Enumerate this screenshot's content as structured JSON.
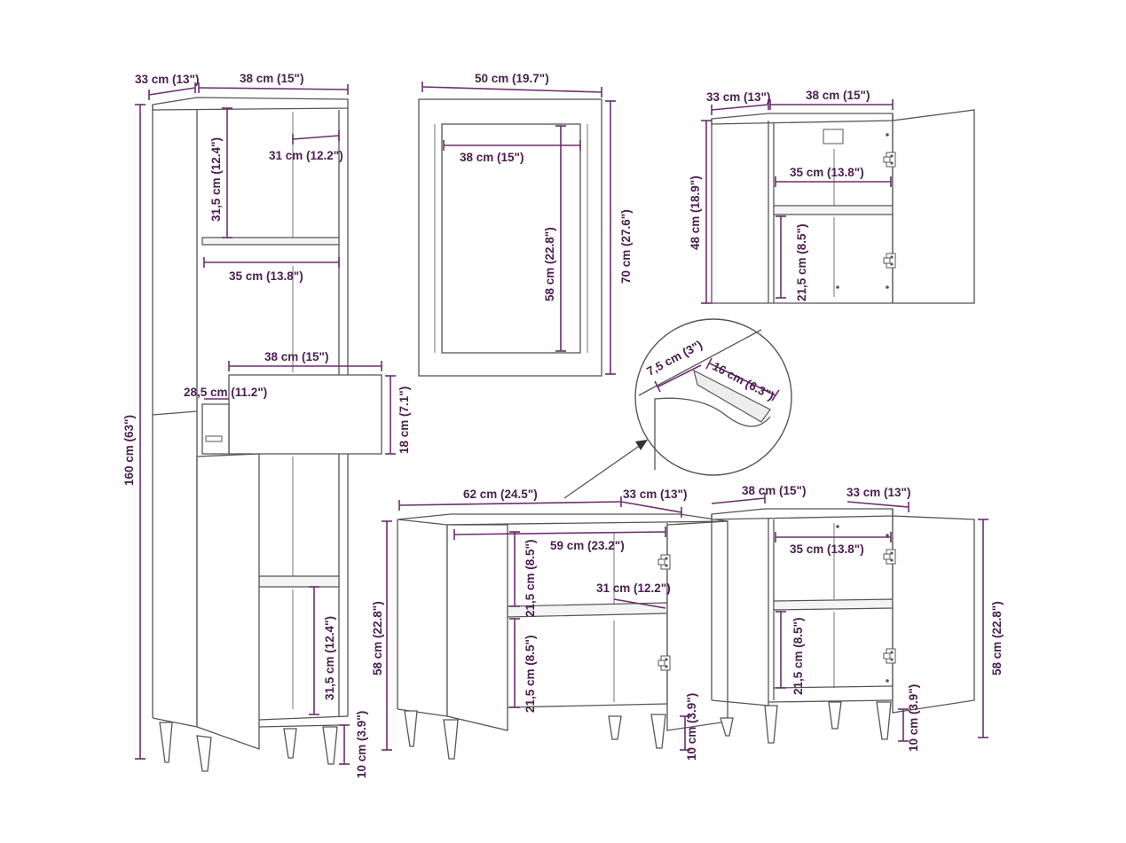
{
  "colors": {
    "dimension": "#6b2d6f",
    "dimension_text": "#4a1d4f",
    "outline": "#555555",
    "background": "#ffffff"
  },
  "tall_cabinet": {
    "depth": "33 cm (13\")",
    "width": "38 cm (15\")",
    "inner_depth": "31 cm (12.2\")",
    "top_shelf_height": "31,5 cm (12.4\")",
    "inner_width": "35 cm (13.8\")",
    "drawer_width": "38 cm (15\")",
    "drawer_depth": "28,5 cm (11.2\")",
    "drawer_height": "18 cm (7.1\")",
    "height": "160 cm (63\")",
    "bottom_shelf_height": "31,5 cm (12.4\")",
    "leg_height": "10 cm (3.9\")"
  },
  "mirror": {
    "width": "50 cm (19.7\")",
    "inner_width": "38 cm (15\")",
    "inner_height": "58 cm (22.8\")",
    "height": "70 cm (27.6\")"
  },
  "wall_cabinet": {
    "depth": "33 cm (13\")",
    "width": "38 cm (15\")",
    "inner_width": "35 cm (13.8\")",
    "height": "48 cm (18.9\")",
    "shelf_height": "21,5 cm (8.5\")"
  },
  "detail": {
    "cutout_depth": "7,5 cm (3\")",
    "cutout_width": "16 cm (6.3\")"
  },
  "sink_cabinet": {
    "width": "62 cm (24.5\")",
    "depth": "33 cm (13\")",
    "inner_width": "59 cm (23.2\")",
    "upper_height": "21,5 cm (8.5\")",
    "inner_depth": "31 cm (12.2\")",
    "lower_height": "21,5 cm (8.5\")",
    "height": "58 cm (22.8\")",
    "leg_height": "10 cm (3.9\")"
  },
  "small_cabinet": {
    "width": "38 cm (15\")",
    "depth": "33 cm (13\")",
    "inner_width": "35 cm (13.8\")",
    "shelf_height": "21,5 cm (8.5\")",
    "height": "58 cm (22.8\")",
    "leg_height": "10 cm (3.9\")"
  }
}
